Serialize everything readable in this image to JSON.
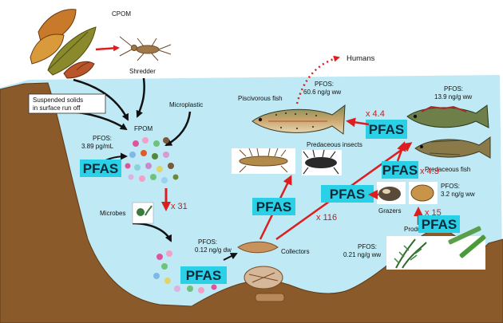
{
  "labels": {
    "cpom": "CPOM",
    "shredder": "Shredder",
    "humans": "Humans",
    "suspended_line1": "Suspended solids",
    "suspended_line2": "in surface run off",
    "microplastic": "Microplastic",
    "fpom": "FPOM",
    "fpom_pfos_line1": "PFOS:",
    "fpom_pfos_line2": "3.89 pg/mL",
    "microbes": "Microbes",
    "piscivorous_fish": "Piscivorous fish",
    "pisc_pfos_line1": "PFOS:",
    "pisc_pfos_line2": "60.6 ng/g ww",
    "top_pfos_line1": "PFOS:",
    "top_pfos_line2": "13.9 ng/g ww",
    "predaceous_insects": "Predaceous insects",
    "predaceous_fish": "Predaceous fish",
    "grazers": "Grazers",
    "grazer_pfos_line1": "PFOS:",
    "grazer_pfos_line2": "3.2 ng/g ww",
    "producers": "Producers",
    "prod_pfos_line1": "PFOS:",
    "prod_pfos_line2": "0.21 ng/g ww",
    "collectors": "Collectors",
    "coll_pfos_line1": "PFOS:",
    "coll_pfos_line2": "0.12 ng/g dw"
  },
  "pfas_badges": [
    "PFAS",
    "PFAS",
    "PFAS",
    "PFAS",
    "PFAS",
    "PFAS",
    "PFAS"
  ],
  "multipliers": {
    "m31": "x 31",
    "m116": "x 116",
    "m44": "x 4.4",
    "m43": "x 4.3",
    "m15": "x 15"
  },
  "colors": {
    "water": "#bfe9f4",
    "sediment": "#8b5a2b",
    "badge_fill": "#2ad0e6",
    "arrow_red": "#dd1e1e",
    "arrow_black": "#111111"
  }
}
